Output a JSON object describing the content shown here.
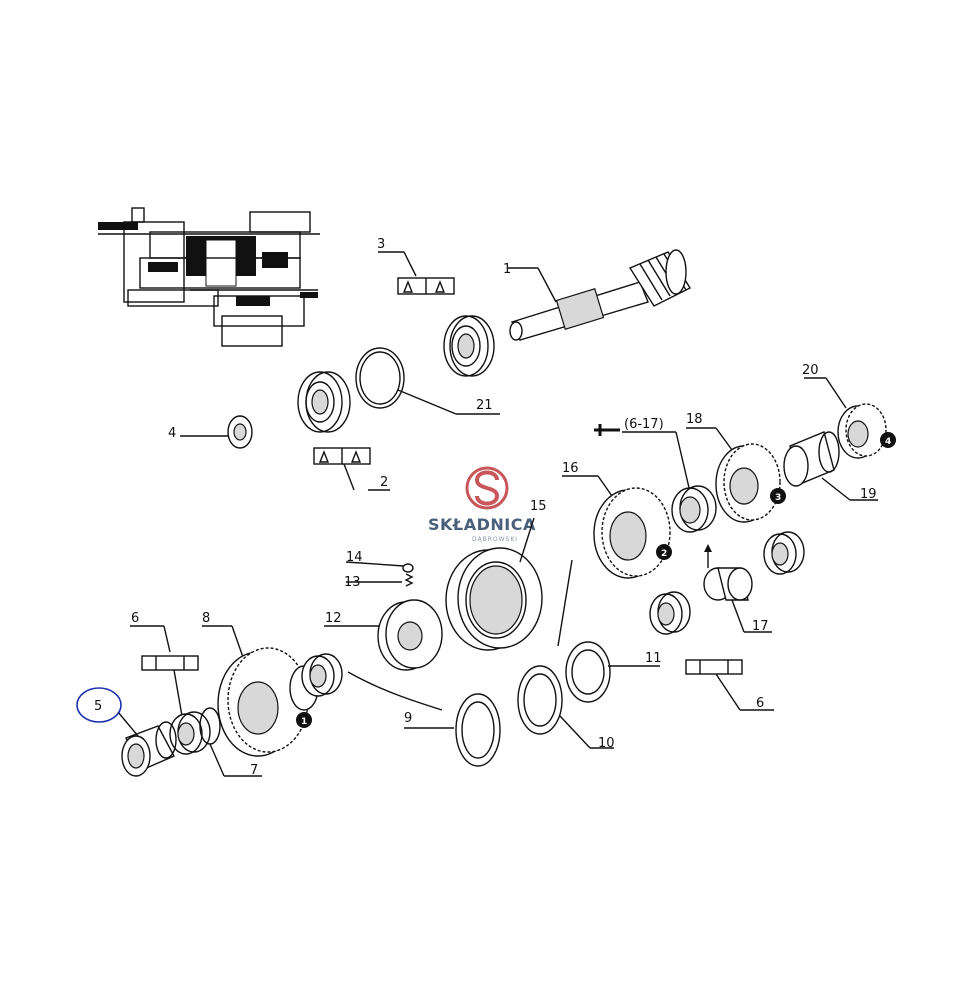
{
  "diagram": {
    "part_labels": {
      "p1": "1",
      "p2": "2",
      "p3": "3",
      "p4": "4",
      "p5": "5",
      "p6a": "6",
      "p6b": "6",
      "p7": "7",
      "p8": "8",
      "p9": "9",
      "p10": "10",
      "p11": "11",
      "p12": "12",
      "p13": "13",
      "p14": "14",
      "p15": "15",
      "p16": "16",
      "p17": "17",
      "p18": "18",
      "p19": "19",
      "p20": "20",
      "p21": "21",
      "range": "(6-17)"
    },
    "gear_badges": {
      "b1": "1",
      "b2": "2",
      "b3": "3",
      "b4": "4"
    },
    "highlight_color": "#1a2fb0"
  },
  "watermark": {
    "title": "SKŁADNICA",
    "subtitle": "DĄBROWSKI",
    "accent_color": "#c0393f"
  }
}
